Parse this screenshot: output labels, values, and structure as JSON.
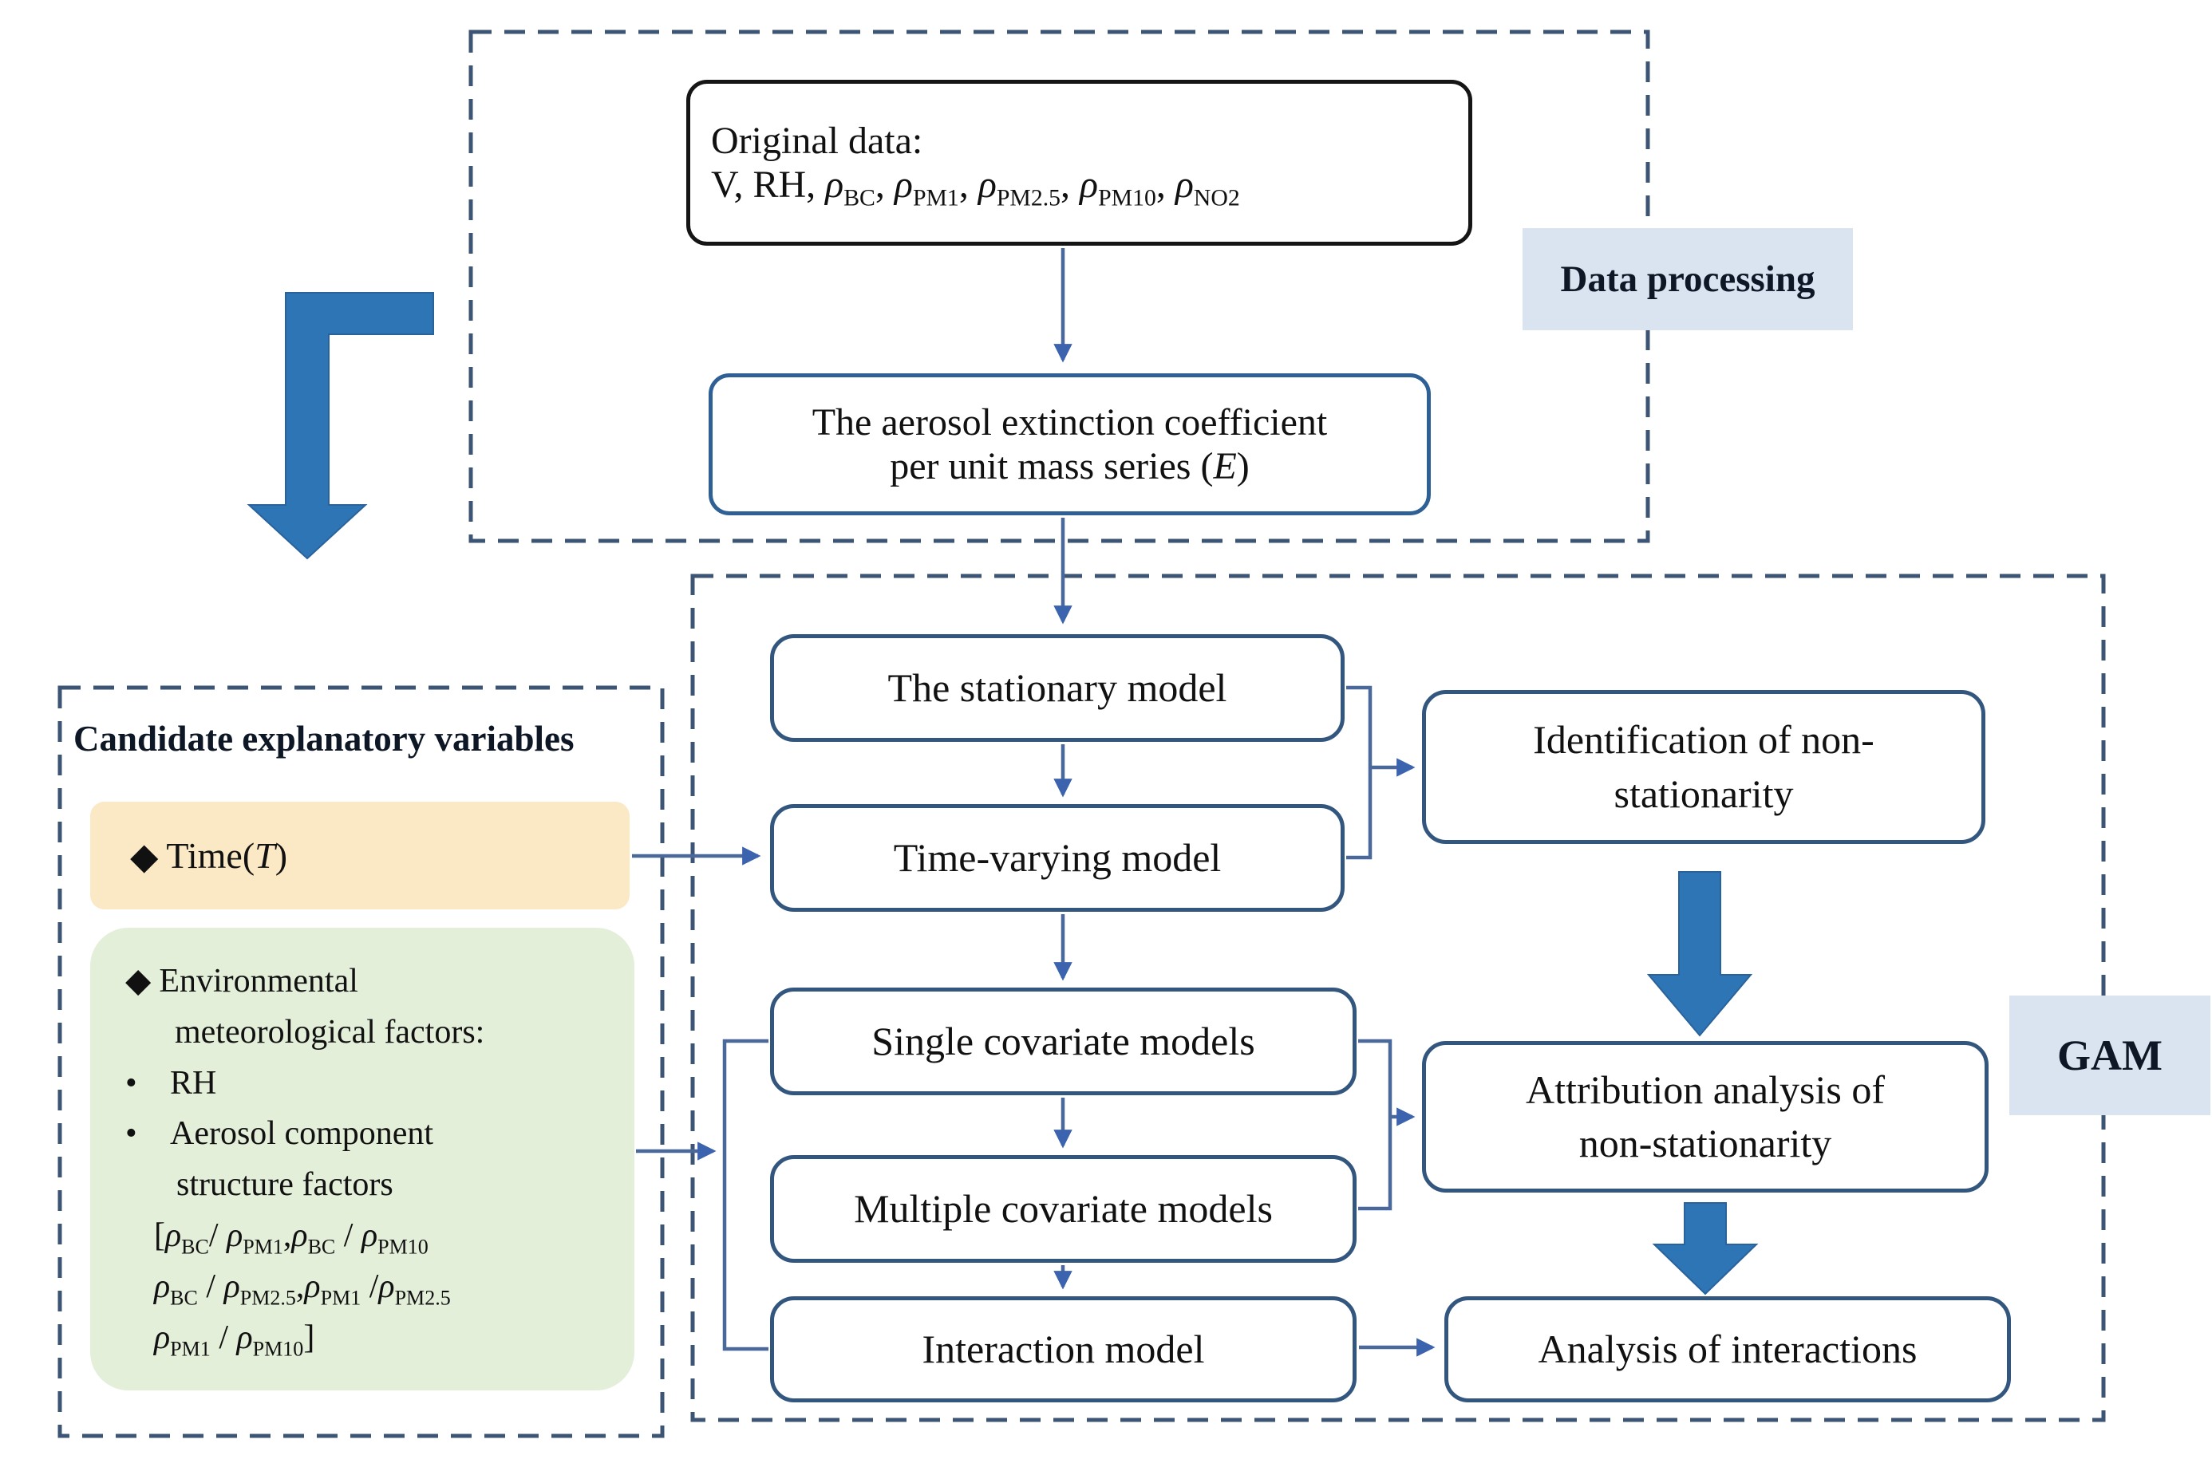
{
  "colors": {
    "dash": "#3d5575",
    "line": "#4a6899",
    "marker": "#3c63ae",
    "bigarrow": "#2e75b6",
    "nodeborder": "#33567f",
    "ebox": "#2e6095",
    "labelbg": "#dae3f0",
    "yellow": "#fbe8c5",
    "green": "#e4efda"
  },
  "containers": {
    "data_processing": {
      "label": "Data processing"
    },
    "gam": {
      "label": "GAM"
    }
  },
  "boxes": {
    "original_data": {
      "line1": "Original data:",
      "line2": [
        {
          "t": "V, RH, "
        },
        {
          "t": "ρ",
          "i": true,
          "s": "BC"
        },
        {
          "t": ", "
        },
        {
          "t": "ρ",
          "i": true,
          "s": "PM1"
        },
        {
          "t": ", "
        },
        {
          "t": "ρ",
          "i": true,
          "s": "PM2.5"
        },
        {
          "t": ", "
        },
        {
          "t": "ρ",
          "i": true,
          "s": "PM10"
        },
        {
          "t": ", "
        },
        {
          "t": "ρ",
          "i": true,
          "s": "NO2"
        }
      ]
    },
    "extinction": {
      "line1": "The aerosol extinction coefficient",
      "line2": [
        {
          "t": "per unit mass series ("
        },
        {
          "t": "E",
          "i": true
        },
        {
          "t": ")"
        }
      ]
    },
    "stationary": {
      "label": "The stationary model"
    },
    "time_varying": {
      "label": "Time-varying model"
    },
    "single": {
      "label": "Single covariate models"
    },
    "multiple": {
      "label": "Multiple covariate models"
    },
    "interaction": {
      "label": "Interaction model"
    },
    "identification": {
      "line1": "Identification of non-",
      "line2": "stationarity"
    },
    "attribution": {
      "line1": "Attribution analysis of",
      "line2": "non-stationarity"
    },
    "analysis_interactions": {
      "label": "Analysis of interactions"
    }
  },
  "candidate": {
    "title": "Candidate explanatory variables",
    "time": {
      "bullet": "◆",
      "label": [
        {
          "t": "Time("
        },
        {
          "t": "T",
          "i": true
        },
        {
          "t": ")"
        }
      ]
    },
    "env": {
      "bullet": "◆",
      "line1": "Environmental",
      "line2": "meteorological factors:",
      "items": [
        {
          "marker": "•",
          "text": "RH"
        },
        {
          "marker": "•",
          "line1": "Aerosol component",
          "line2": "structure factors"
        }
      ],
      "formulas": [
        [
          {
            "t": "["
          },
          {
            "t": "ρ",
            "i": true,
            "s": "BC"
          },
          {
            "t": "/ "
          },
          {
            "t": "ρ",
            "i": true,
            "s": "PM1"
          },
          {
            "t": ","
          },
          {
            "t": "ρ",
            "i": true,
            "s": "BC"
          },
          {
            "t": " / "
          },
          {
            "t": "ρ",
            "i": true,
            "s": "PM10"
          }
        ],
        [
          {
            "t": "ρ",
            "i": true,
            "s": "BC"
          },
          {
            "t": " / "
          },
          {
            "t": "ρ",
            "i": true,
            "s": "PM2.5"
          },
          {
            "t": ","
          },
          {
            "t": "ρ",
            "i": true,
            "s": "PM1"
          },
          {
            "t": " /"
          },
          {
            "t": "ρ",
            "i": true,
            "s": "PM2.5"
          }
        ],
        [
          {
            "t": "ρ",
            "i": true,
            "s": "PM1"
          },
          {
            "t": " / "
          },
          {
            "t": "ρ",
            "i": true,
            "s": "PM10"
          },
          {
            "t": "]"
          }
        ]
      ]
    }
  }
}
